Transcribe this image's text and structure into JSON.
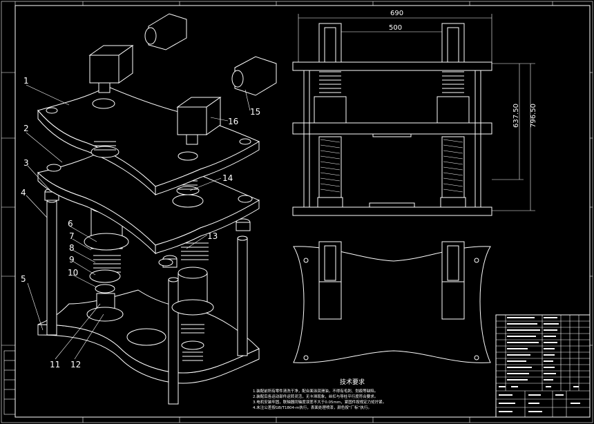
{
  "drawing": {
    "dimensions": {
      "outer_width": "690",
      "inner_width": "500",
      "height_upper": "637.50",
      "height_total": "796.50"
    },
    "part_labels": [
      "1",
      "2",
      "3",
      "4",
      "5",
      "6",
      "7",
      "8",
      "9",
      "10",
      "11",
      "12",
      "13",
      "14",
      "15",
      "16"
    ],
    "tech_requirements_title": "技术要求",
    "tech_notes": [
      "1.装配前所有零件清洗干净，配合面涂润滑油，不得有毛刺、划痕等缺陷。",
      "2.装配后各运动部件运转灵活，无卡滞现象，丝杠与导柱平行度符合要求。",
      "3.电机安装牢固，联轴器同轴度误差不大于0.05mm，紧固件按规定力矩拧紧。",
      "4.未注公差按GB/T1804-m执行，表面处理喷漆，颜色按“厂标”执行。"
    ]
  }
}
